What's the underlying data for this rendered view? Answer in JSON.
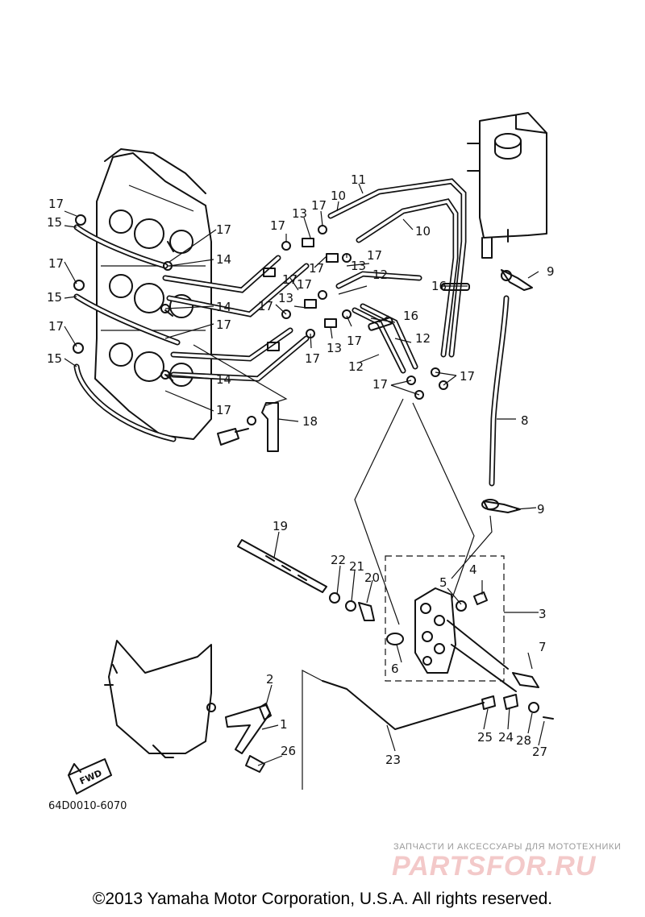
{
  "diagram": {
    "drawing_code": "64D0010-6070",
    "direction_label": "FWD",
    "callouts": [
      "1",
      "2",
      "3",
      "4",
      "5",
      "6",
      "7",
      "8",
      "9",
      "9",
      "10",
      "10",
      "11",
      "12",
      "12",
      "12",
      "13",
      "13",
      "13",
      "13",
      "14",
      "14",
      "14",
      "15",
      "15",
      "15",
      "16",
      "16",
      "17",
      "17",
      "17",
      "17",
      "17",
      "17",
      "17",
      "17",
      "17",
      "17",
      "17",
      "17",
      "17",
      "17",
      "17",
      "17",
      "17",
      "18",
      "19",
      "20",
      "21",
      "22",
      "23",
      "24",
      "25",
      "26",
      "27",
      "28"
    ]
  },
  "watermark": {
    "tagline": "ЗАПЧАСТИ И АКСЕССУАРЫ ДЛЯ МОТОТЕХНИКИ",
    "brand": "PARTSFOR.RU"
  },
  "footer": {
    "copyright": "©2013 Yamaha Motor Corporation, U.S.A. All rights reserved."
  }
}
